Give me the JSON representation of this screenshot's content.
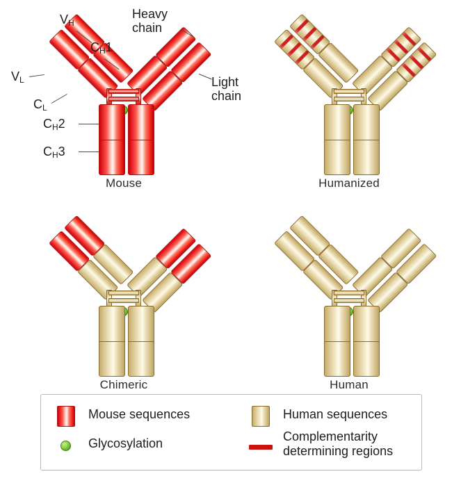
{
  "figure": {
    "title": "Antibody humanization series",
    "colors": {
      "mouse_red": "#e8262a",
      "human_tan": "#e0d0a0",
      "cdr_red": "#d81616",
      "glycosylation_green": "#8ed44f",
      "legend_border": "#b9b9b9",
      "leader_line": "#4a4a4a"
    }
  },
  "annotations": {
    "vh": "V",
    "vh_sub": "H",
    "vl": "V",
    "vl_sub": "L",
    "ch1": "C",
    "ch1_sub": "H",
    "ch1_num": "1",
    "cl": "C",
    "cl_sub": "L",
    "ch2": "C",
    "ch2_sub": "H",
    "ch2_num": "2",
    "ch3": "C",
    "ch3_sub": "H",
    "ch3_num": "3",
    "heavy_chain": "Heavy\nchain",
    "light_chain": "Light\nchain"
  },
  "panels": [
    {
      "id": "mouse",
      "caption": "Mouse",
      "vh": "mouse",
      "vl": "mouse",
      "ch1": "mouse",
      "cl": "mouse",
      "fc": "mouse",
      "hinge": "mouse",
      "cdr": false
    },
    {
      "id": "humanized",
      "caption": "Humanized",
      "vh": "human",
      "vl": "human",
      "ch1": "human",
      "cl": "human",
      "fc": "human",
      "hinge": "human",
      "cdr": true
    },
    {
      "id": "chimeric",
      "caption": "Chimeric",
      "vh": "mouse",
      "vl": "mouse",
      "ch1": "human",
      "cl": "human",
      "fc": "human",
      "hinge": "human",
      "cdr": false
    },
    {
      "id": "human",
      "caption": "Human",
      "vh": "human",
      "vl": "human",
      "ch1": "human",
      "cl": "human",
      "fc": "human",
      "hinge": "human",
      "cdr": false
    }
  ],
  "legend": {
    "items": [
      {
        "id": "mouse-sequences",
        "swatch": "red-cylinder-swatch",
        "label": "Mouse sequences"
      },
      {
        "id": "human-sequences",
        "swatch": "tan-cylinder-swatch",
        "label": "Human sequences"
      },
      {
        "id": "glycosylation",
        "swatch": "green-sphere-swatch",
        "label": "Glycosylation"
      },
      {
        "id": "cdr",
        "swatch": "red-bar-swatch",
        "label": "Complementarity\ndetermining regions"
      }
    ]
  }
}
